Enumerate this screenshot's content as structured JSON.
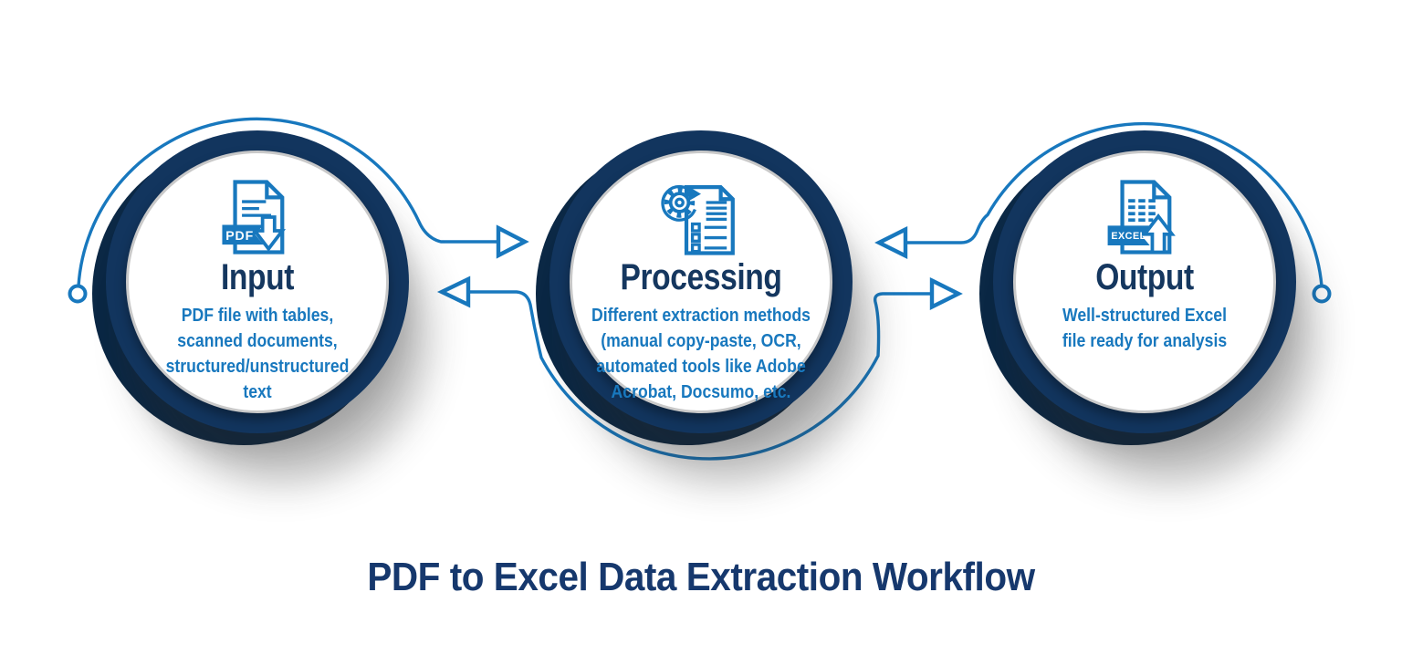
{
  "title": "PDF to Excel Data Extraction Workflow",
  "nodes": [
    {
      "heading": "Input",
      "description": "PDF file with tables,\nscanned documents,\nstructured/unstructured\ntext",
      "icon": "pdf-document-icon",
      "badge": "PDF"
    },
    {
      "heading": "Processing",
      "description": "Different extraction methods\n(manual copy-paste, OCR,\nautomated tools like Adobe\nAcrobat, Docsumo, etc.",
      "icon": "gear-checklist-document-icon",
      "badge": ""
    },
    {
      "heading": "Output",
      "description": "Well-structured Excel\nfile ready for analysis",
      "icon": "excel-document-icon",
      "badge": "EXCEL"
    }
  ],
  "connectors": [
    {
      "name": "input-to-processing-arrow",
      "direction": "right"
    },
    {
      "name": "processing-to-input-arrow",
      "direction": "left"
    },
    {
      "name": "processing-to-output-arrow",
      "direction": "right"
    },
    {
      "name": "output-to-processing-arrow",
      "direction": "left"
    }
  ],
  "colors": {
    "ring_navy": "#12355e",
    "ring_navy_dark": "#0b2845",
    "accent_blue": "#1878be",
    "heading_navy": "#15375f",
    "title_navy": "#16386d",
    "inner_rim_gray": "#c9c9c9"
  }
}
